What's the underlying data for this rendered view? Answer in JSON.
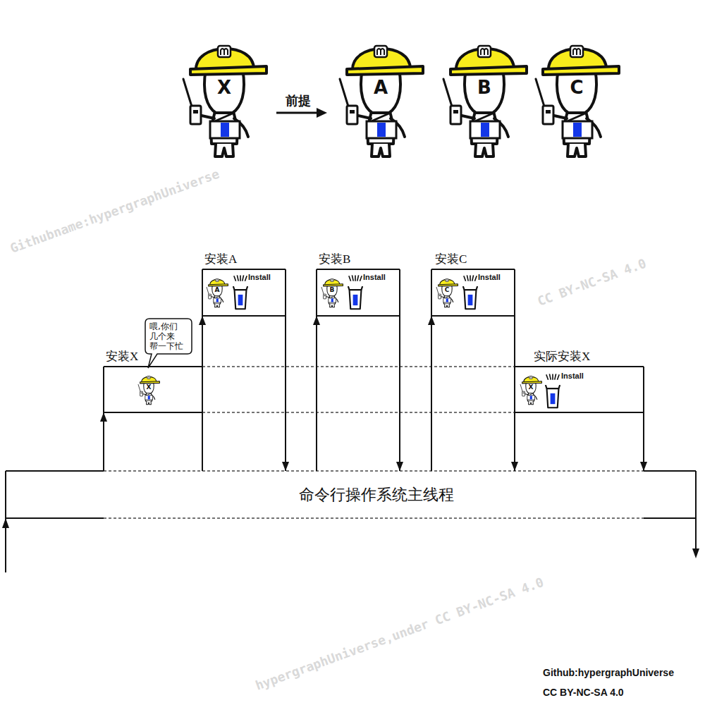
{
  "diagram": {
    "nodes": [
      {
        "text": [
          "命令行操作系统主线程"
        ]
      },
      {
        "text": [
          "安装X"
        ]
      },
      {
        "text": [
          "喂,你们 几个来 帮一下忙"
        ]
      },
      {
        "text": [
          "安装A"
        ]
      },
      {
        "text": [
          "安装B"
        ]
      },
      {
        "text": [
          "安装C"
        ]
      },
      {
        "text": [
          "实际安装X"
        ]
      }
    ],
    "edges": [
      {
        "from": 0,
        "to": 1,
        "arrow": "to"
      },
      {
        "from": 0,
        "to": 3,
        "arrow": "to"
      },
      {
        "from": 3,
        "to": 0,
        "arrow": "to"
      },
      {
        "from": 0,
        "to": 4,
        "arrow": "to"
      },
      {
        "from": 4,
        "to": 0,
        "arrow": "to"
      },
      {
        "from": 0,
        "to": 5,
        "arrow": "to"
      },
      {
        "from": 5,
        "to": 0,
        "arrow": "to"
      },
      {
        "from": 6,
        "to": 0,
        "arrow": "to"
      }
    ],
    "labels": [
      "X",
      "前提",
      "A",
      "B",
      "C",
      "Githubname:hypergraphUniverse",
      "CC BY-NC-SA 4.0",
      "A",
      "Install",
      "B",
      "Install",
      "C",
      "Install",
      "X",
      "X",
      "Install",
      "hypergraphUniverse,under CC BY-NC-SA 4.0",
      "Github:hypergraphUniverse",
      "CC BY-NC-SA 4.0"
    ]
  }
}
